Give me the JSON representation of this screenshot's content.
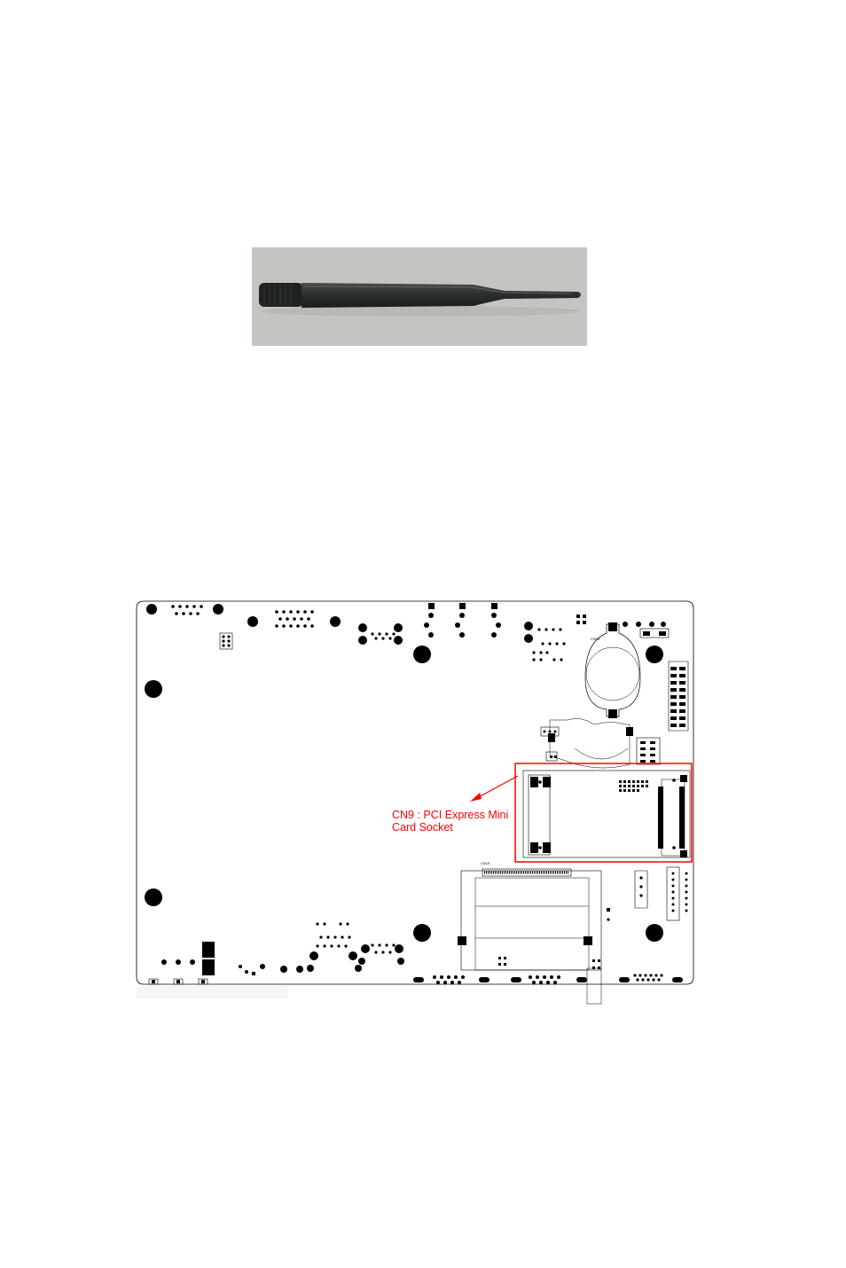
{
  "annotation": {
    "line1": "CN9 : PCI Express Mini",
    "line2": "Card Socket",
    "color": "#ff0000"
  },
  "figures": {
    "antenna_photo": "antenna",
    "board_diagram": "board"
  }
}
